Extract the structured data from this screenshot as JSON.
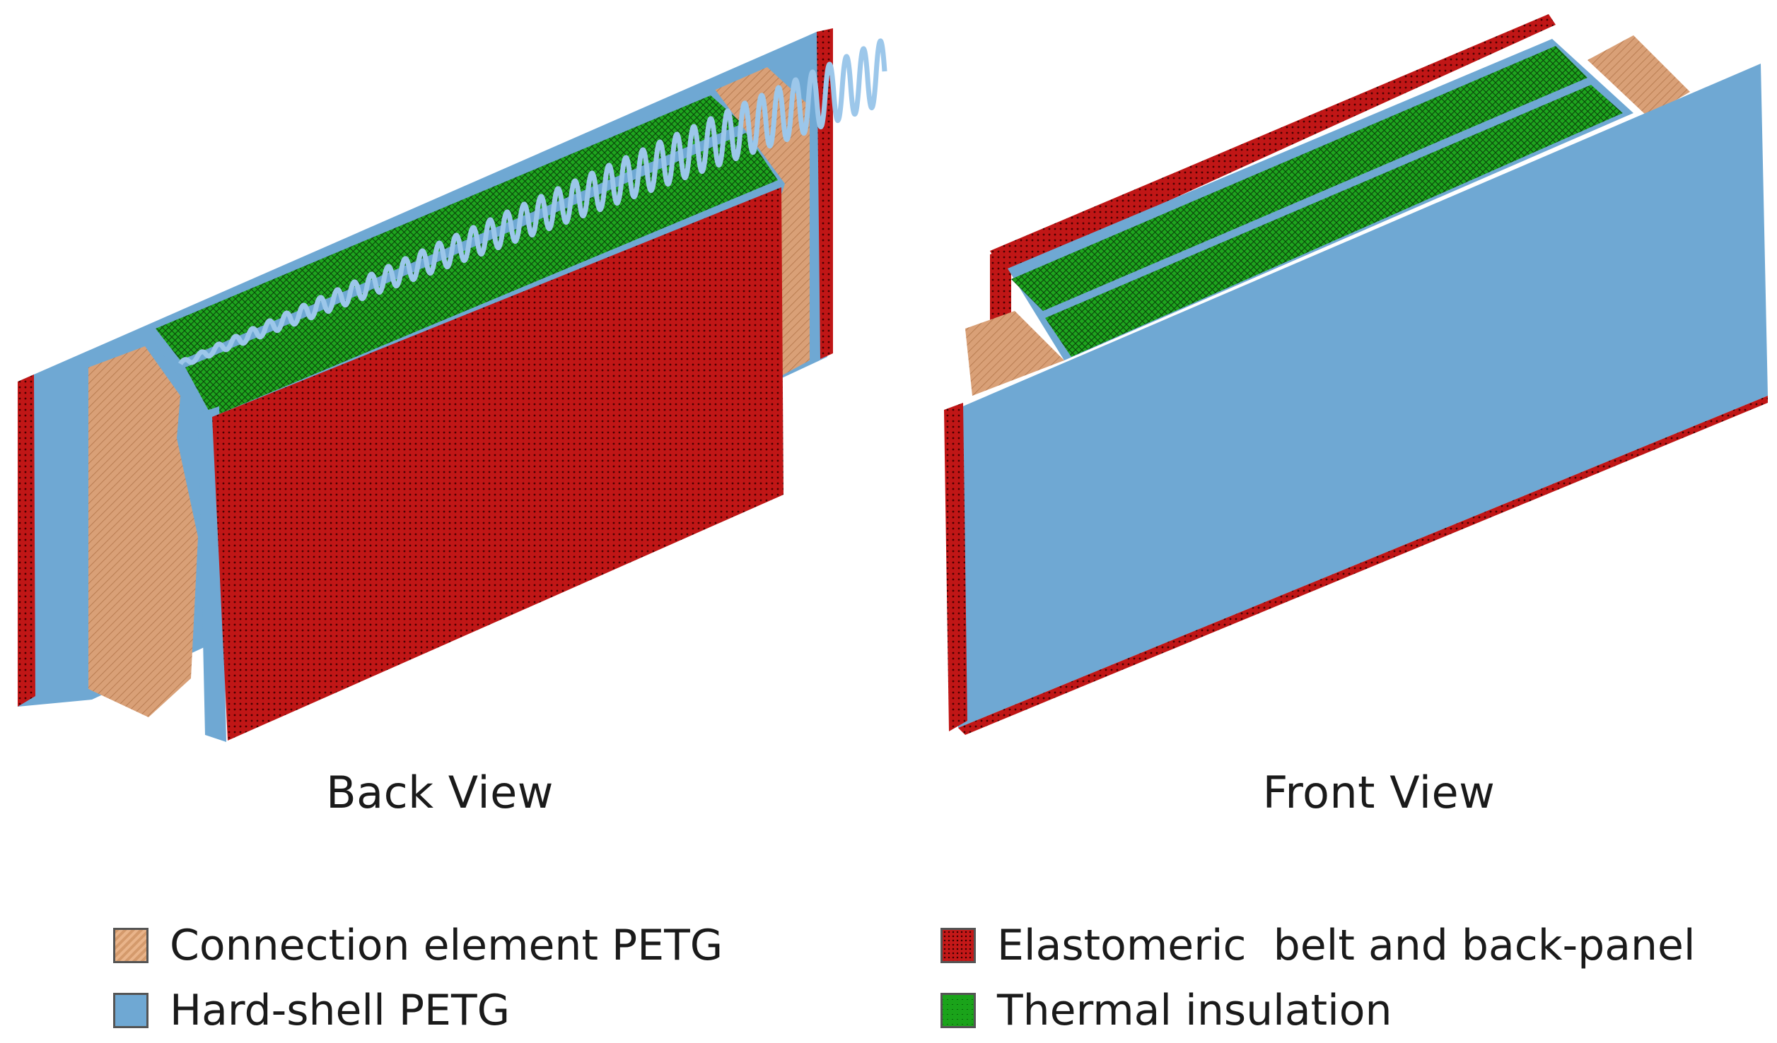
{
  "views": {
    "back_label": "Back View",
    "front_label": "Front View"
  },
  "legend": {
    "items": [
      {
        "label": "Connection element PETG",
        "color": "#d9a077"
      },
      {
        "label": "Hard-shell PETG",
        "color": "#6fa8d3"
      },
      {
        "label": "Elastomeric  belt and back-panel",
        "color": "#c41818"
      },
      {
        "label": "Thermal insulation",
        "color": "#1aa31a"
      }
    ]
  },
  "colors": {
    "connection": "#d9a077",
    "hardshell": "#6fa8d3",
    "elastomer": "#c41818",
    "thermal": "#1aa31a"
  }
}
